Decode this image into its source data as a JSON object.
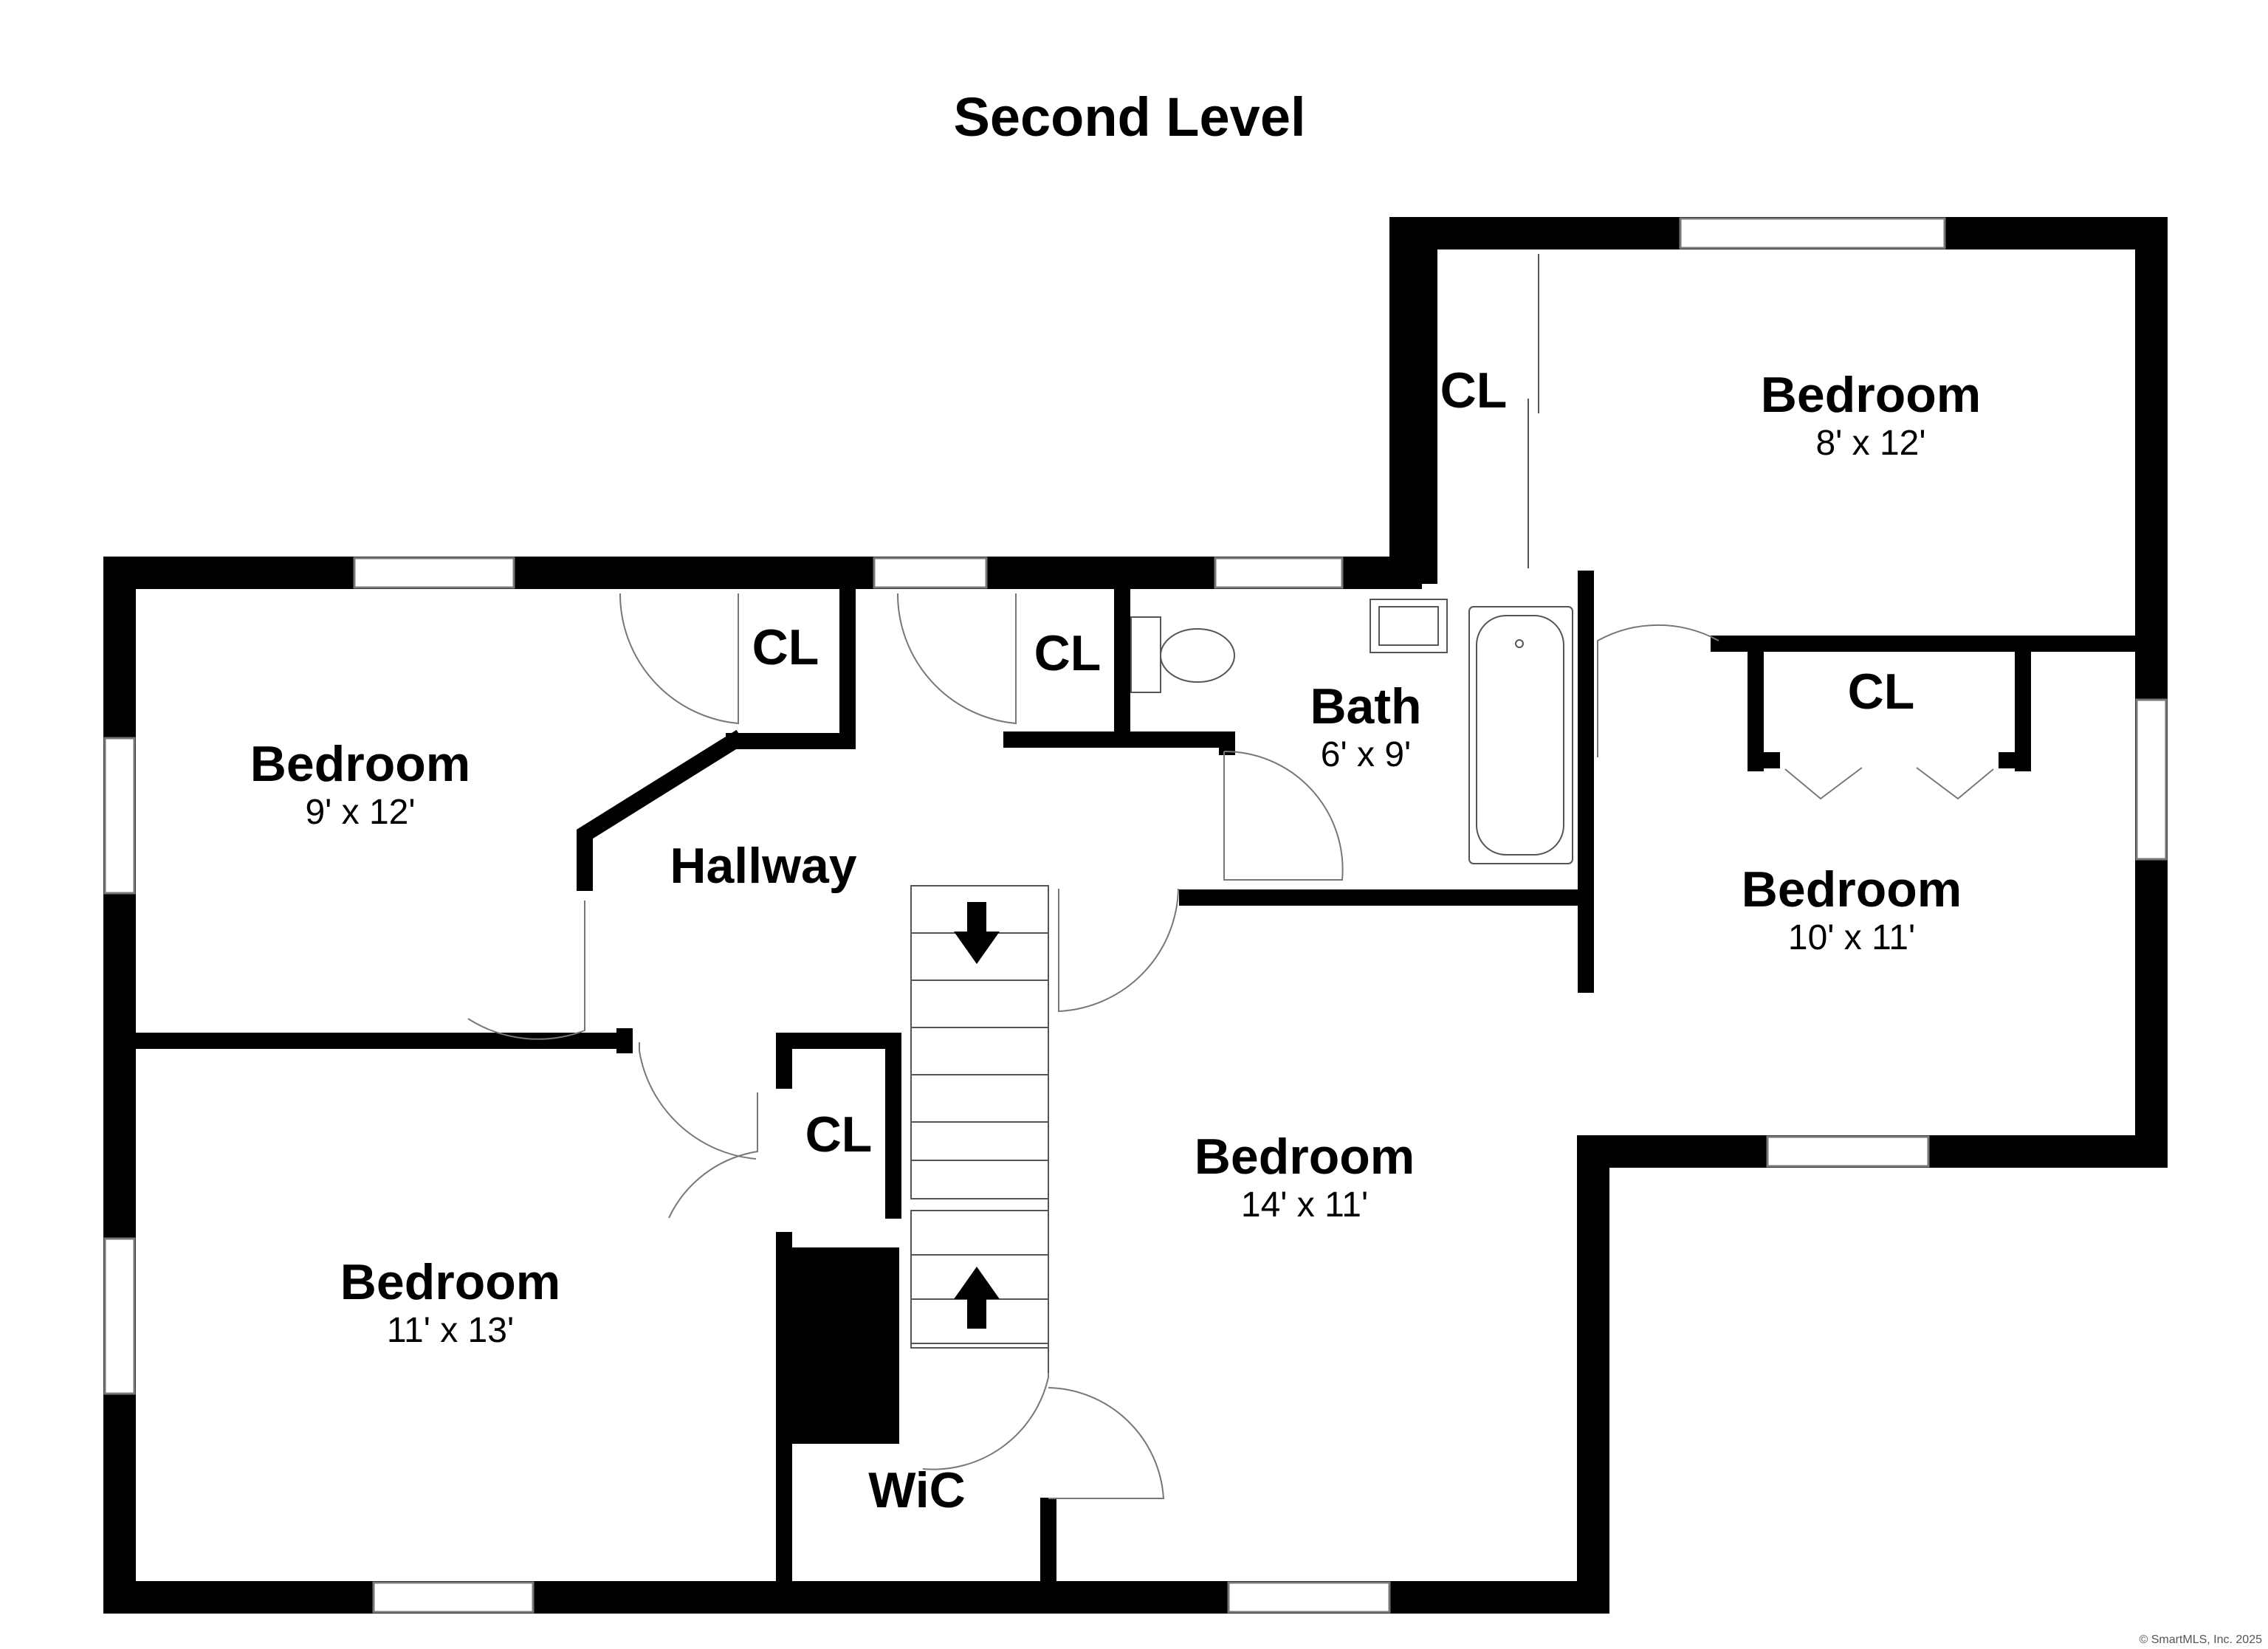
{
  "title": "Second Level",
  "rooms": [
    {
      "name": "Bedroom",
      "size": "8' x 12'"
    },
    {
      "name": "Bedroom",
      "size": "9' x 12'"
    },
    {
      "name": "Bath",
      "size": "6' x 9'"
    },
    {
      "name": "Bedroom",
      "size": "10' x 11'"
    },
    {
      "name": "Bedroom",
      "size": "14' x 11'"
    },
    {
      "name": "Bedroom",
      "size": "11' x 13'"
    }
  ],
  "closets": [
    "CL",
    "CL",
    "CL",
    "CL",
    "CL"
  ],
  "hallway": "Hallway",
  "walk_in_closet": "WiC",
  "copyright": "© SmartMLS, Inc. 2025"
}
